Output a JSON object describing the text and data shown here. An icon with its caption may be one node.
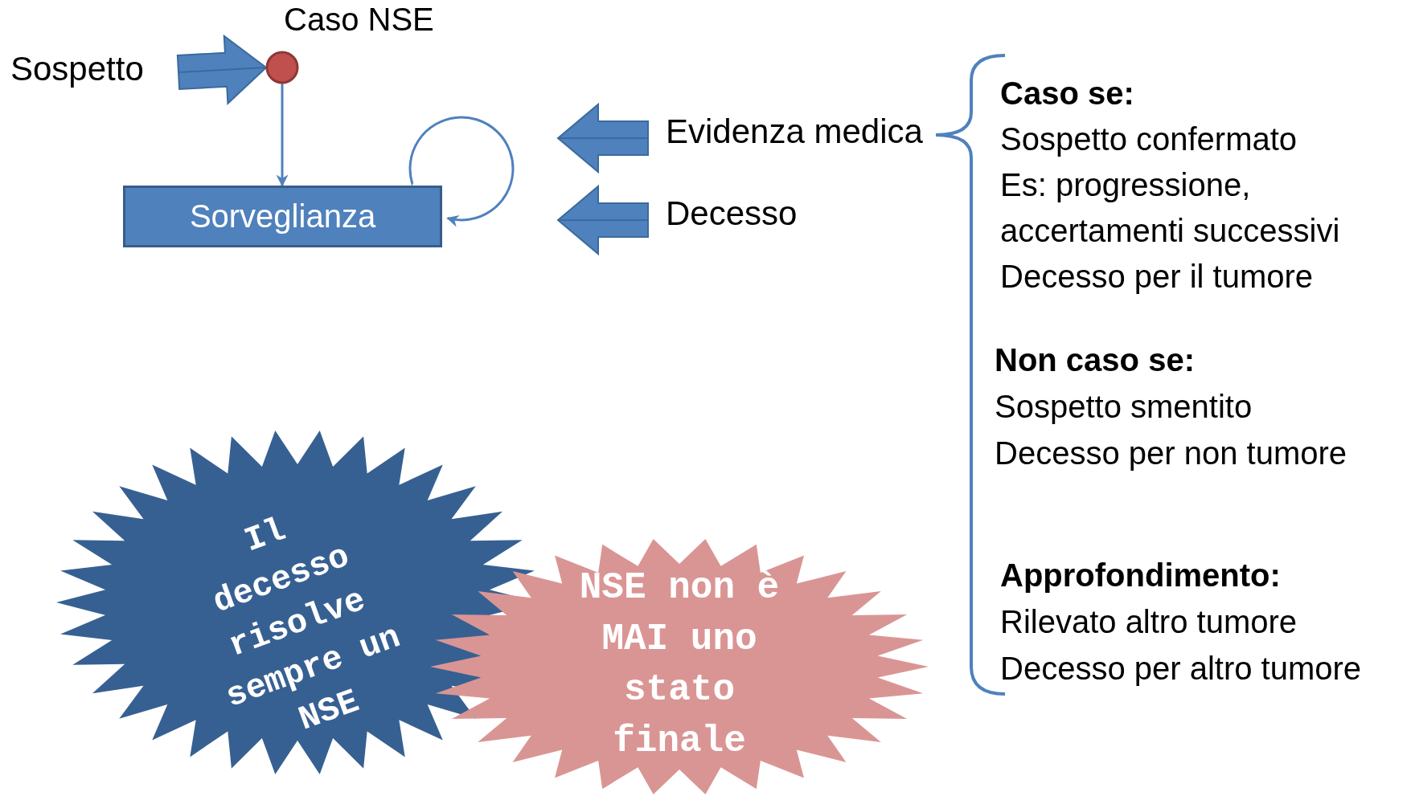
{
  "diagram": {
    "nodes": [
      {
        "text": [
          "Sospetto"
        ]
      },
      {
        "text": [
          "Caso NSE"
        ]
      },
      {
        "text": [
          "Sorveglianza"
        ]
      },
      {
        "text": [
          "Evidenza medica"
        ]
      },
      {
        "text": [
          "Decesso"
        ]
      },
      {
        "text": [
          "Il decesso risolve sempre un NSE"
        ]
      },
      {
        "text": [
          "NSE non è MAI uno stato finale"
        ]
      }
    ],
    "edges": [
      {
        "from": 0,
        "to": 1,
        "arrow": "to",
        "style": "thick"
      },
      {
        "from": 1,
        "to": 2,
        "arrow": "to"
      },
      {
        "from": 2,
        "to": 2,
        "arrow": "to"
      },
      {
        "from": 3,
        "to": null,
        "arrow": "to",
        "style": "thick"
      },
      {
        "from": 4,
        "to": null,
        "arrow": "to",
        "style": "thick"
      }
    ],
    "labels": [
      "Caso se:",
      "Sospetto confermato",
      "Es: progressione, accertamenti successivi",
      "Decesso per il tumore",
      "Non caso se:",
      "Sospetto smentito",
      "Decesso per non tumore",
      "Approfondimento:",
      "Rilevato altro tumore",
      "Decesso per altro tumore"
    ]
  }
}
